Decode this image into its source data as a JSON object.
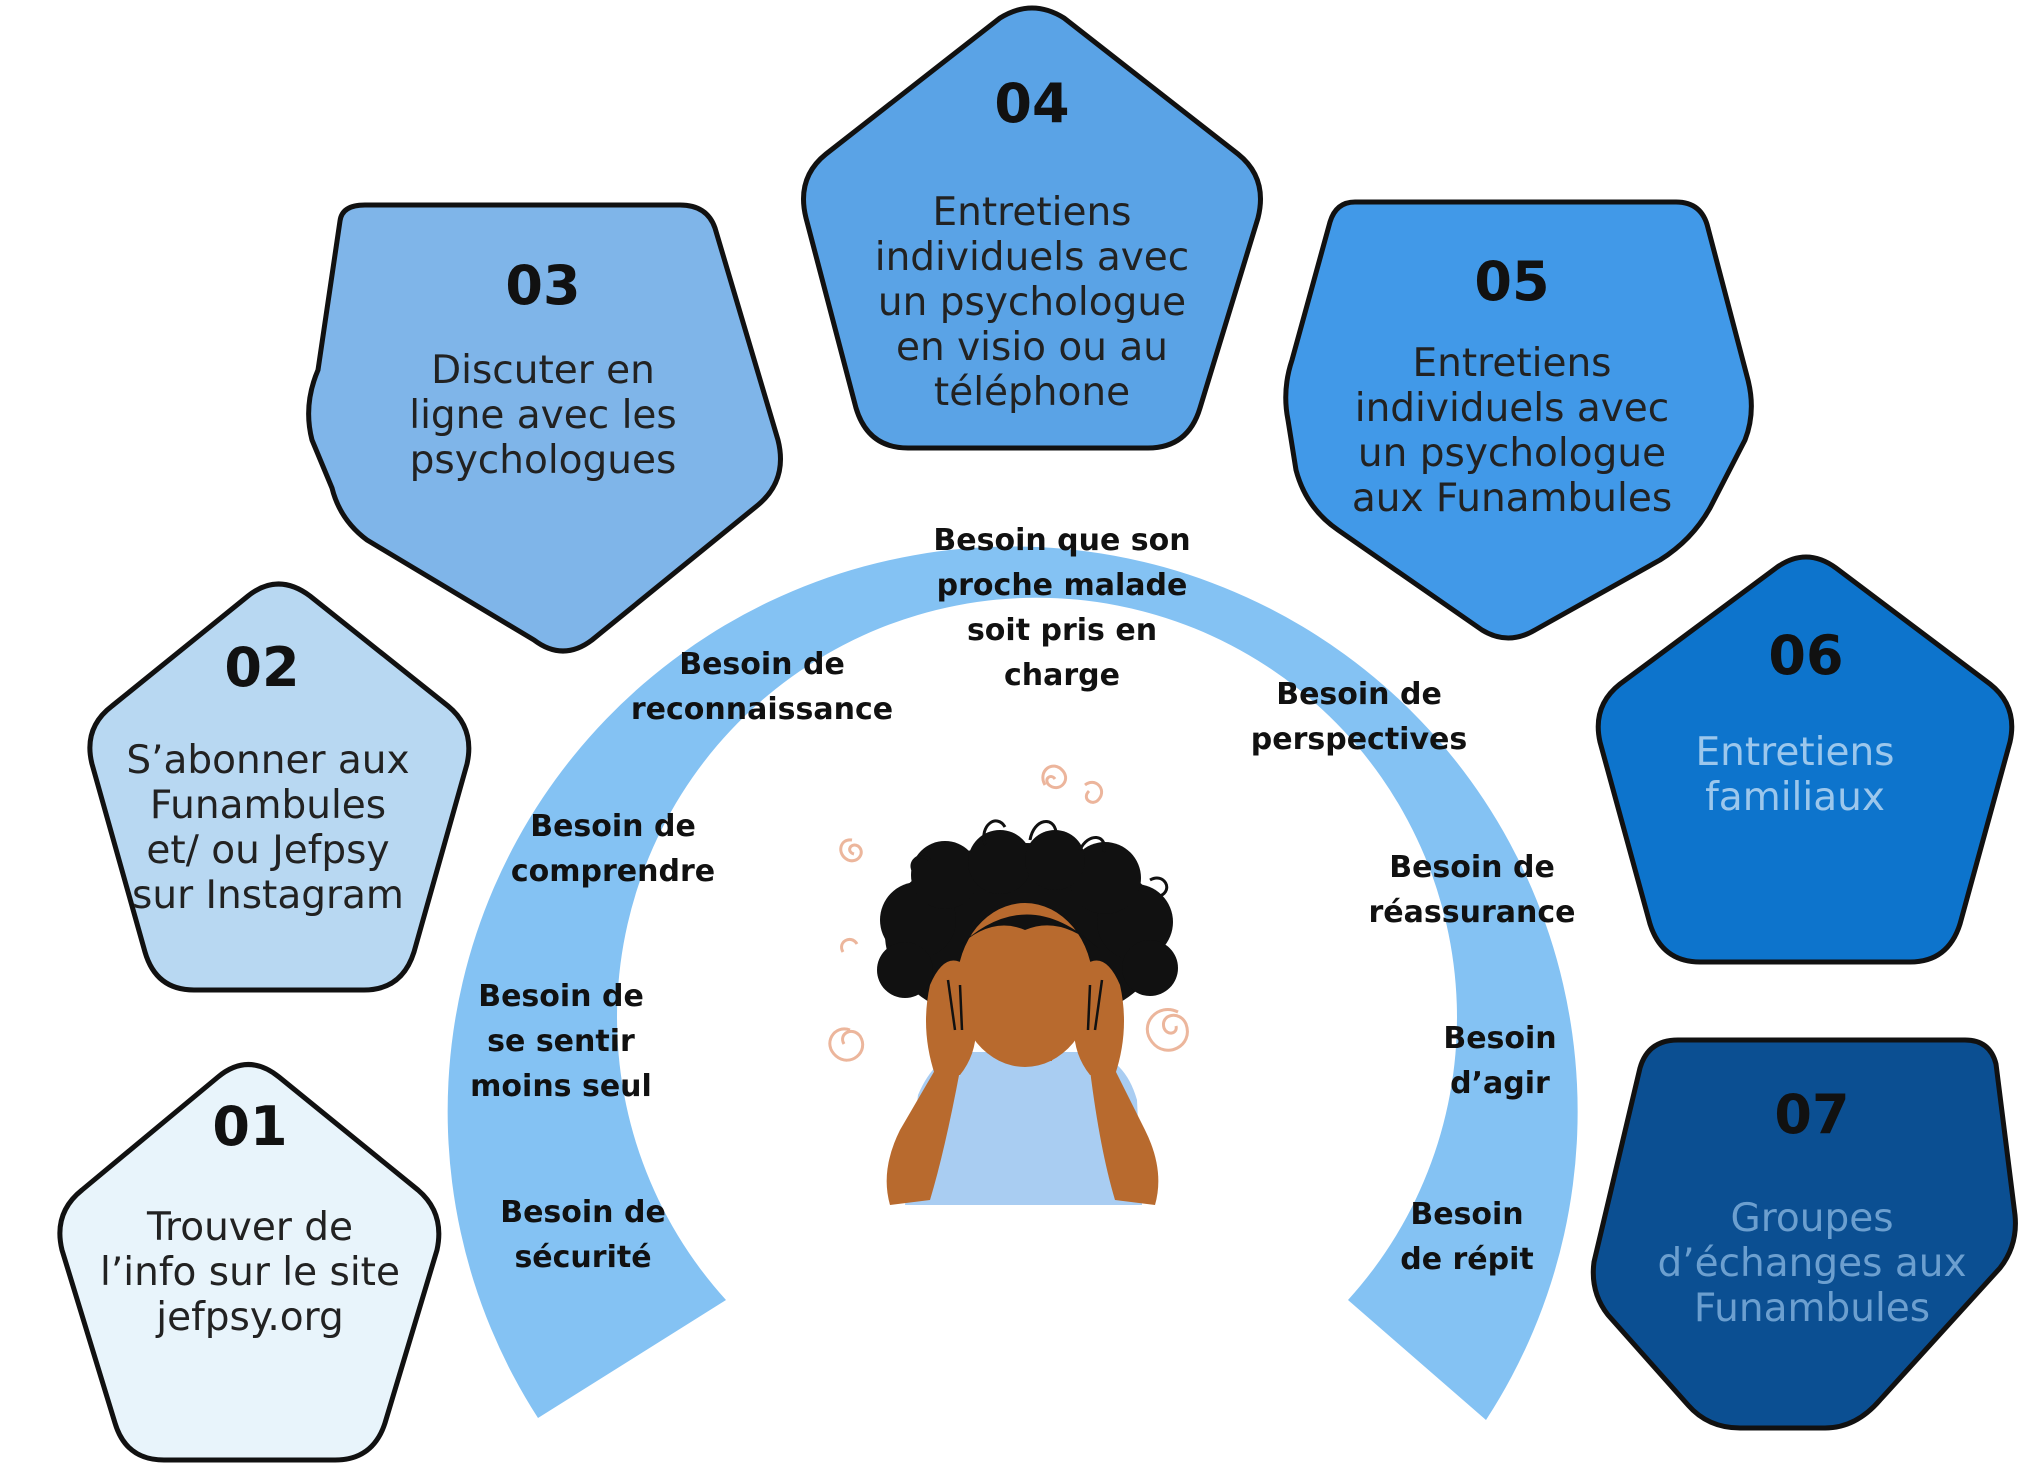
{
  "steps": [
    {
      "number": "01",
      "lines": [
        "Trouver de",
        "l’info sur le site",
        "jefpsy.org"
      ],
      "fill": "#e8f4fb",
      "text_color": "#222222"
    },
    {
      "number": "02",
      "lines": [
        "S’abonner aux",
        "Funambules",
        "et/ ou Jefpsy",
        "sur Instagram"
      ],
      "fill": "#b8d8f2",
      "text_color": "#222222"
    },
    {
      "number": "03",
      "lines": [
        "Discuter en",
        "ligne avec les",
        "psychologues"
      ],
      "fill": "#7fb5e9",
      "text_color": "#222222"
    },
    {
      "number": "04",
      "lines": [
        "Entretiens",
        "individuels avec",
        "un psychologue",
        "en visio ou au",
        "téléphone"
      ],
      "fill": "#5aa3e6",
      "text_color": "#222222"
    },
    {
      "number": "05",
      "lines": [
        "Entretiens",
        "individuels avec",
        "un psychologue",
        "aux Funambules"
      ],
      "fill": "#4199e8",
      "text_color": "#222222"
    },
    {
      "number": "06",
      "lines": [
        "Entretiens",
        "familiaux"
      ],
      "fill": "#0d74cc",
      "text_color": "#9cc7ec"
    },
    {
      "number": "07",
      "lines": [
        "Groupes",
        "d’échanges aux",
        "Funambules"
      ],
      "fill": "#0b4f92",
      "text_color": "#6c9fcf"
    }
  ],
  "needs": [
    {
      "lines": [
        "Besoin de",
        "sécurité"
      ]
    },
    {
      "lines": [
        "Besoin de",
        "se sentir",
        "moins seul"
      ]
    },
    {
      "lines": [
        "Besoin de",
        "comprendre"
      ]
    },
    {
      "lines": [
        "Besoin de",
        "reconnaissance"
      ]
    },
    {
      "lines": [
        "Besoin que son",
        "proche malade",
        "soit pris en",
        "charge"
      ]
    },
    {
      "lines": [
        "Besoin de",
        "perspectives"
      ]
    },
    {
      "lines": [
        "Besoin de",
        "réassurance"
      ]
    },
    {
      "lines": [
        "Besoin",
        "d’agir"
      ]
    },
    {
      "lines": [
        "Besoin",
        "de répit"
      ]
    }
  ],
  "colors": {
    "arc": "#84c2f3",
    "outline": "#111111",
    "skin": "#b86a2e",
    "hair": "#111111",
    "shirt": "#a9cdf2",
    "swirl": "#e9a98b"
  },
  "illustration": {
    "icon": "stressed-person-icon"
  }
}
